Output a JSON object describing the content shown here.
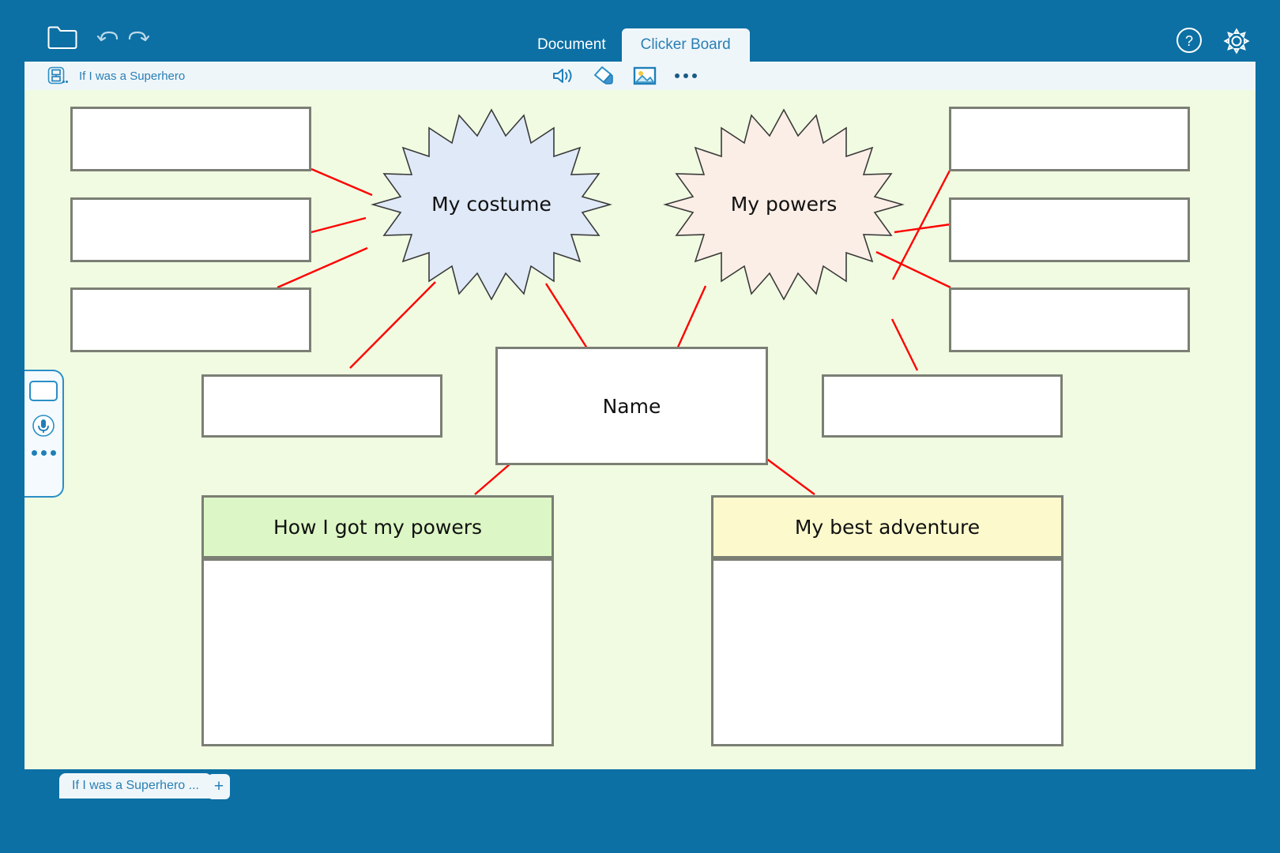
{
  "app": {
    "accent_blue": "#0c70a4",
    "toolbar_bg": "#eff6fa",
    "canvas_bg": "#f1fbe2",
    "link_color": "#ff0000",
    "box_border": "#7b7f74"
  },
  "topbar": {
    "icons": {
      "folder": "folder-icon",
      "undo": "undo-icon",
      "redo": "redo-icon",
      "help": "help-icon",
      "settings": "gear-icon"
    },
    "tabs": [
      {
        "label": "Document",
        "active": false
      },
      {
        "label": "Clicker Board",
        "active": true
      }
    ]
  },
  "subbar": {
    "document_title": "If I was a Superhero",
    "tools": [
      {
        "name": "speaker-icon",
        "label": "Speak"
      },
      {
        "name": "highlighter-icon",
        "label": "Highlight"
      },
      {
        "name": "picture-icon",
        "label": "Picture"
      },
      {
        "name": "more-icon",
        "label": "More"
      }
    ]
  },
  "left_panel": {
    "items": [
      {
        "name": "text-box-tool",
        "label": "Text box"
      },
      {
        "name": "microphone-tool",
        "label": "Record"
      },
      {
        "name": "more-tools",
        "label": "More"
      }
    ]
  },
  "board": {
    "bursts": [
      {
        "id": "costume",
        "text": "My costume",
        "fill": "#dfe9f7",
        "stroke": "#3a3a3a"
      },
      {
        "id": "powers",
        "text": "My powers",
        "fill": "#fbeee6",
        "stroke": "#3a3a3a"
      }
    ],
    "center": {
      "text": "Name",
      "fill": "#ffffff"
    },
    "left_boxes": [
      "",
      "",
      "",
      ""
    ],
    "right_boxes": [
      "",
      "",
      "",
      ""
    ],
    "sections": [
      {
        "title": "How I got my powers",
        "header_fill": "#dcf7c5",
        "body": ""
      },
      {
        "title": "My best adventure",
        "header_fill": "#fcfacd",
        "body": ""
      }
    ]
  },
  "bottombar": {
    "page_tab": "If I was a Superhero ...",
    "add_page_label": "+"
  }
}
